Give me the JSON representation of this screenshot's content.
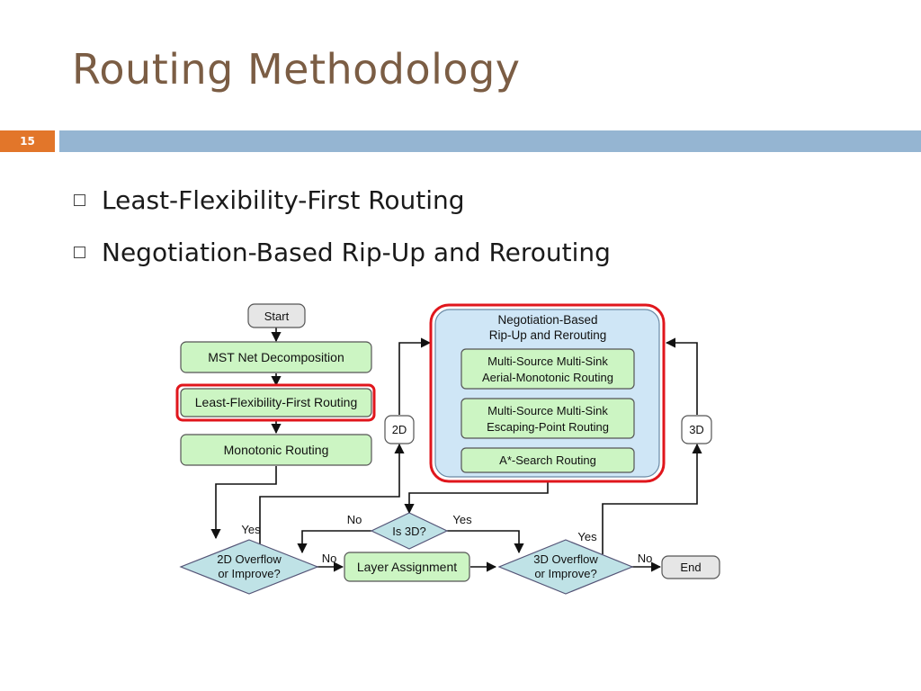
{
  "slide": {
    "title": "Routing Methodology",
    "page_number": "15",
    "bullets": [
      "Least-Flexibility-First Routing",
      "Negotiation-Based Rip-Up and Rerouting"
    ]
  },
  "flowchart": {
    "start": "Start",
    "mst": "MST Net Decomposition",
    "lff": "Least-Flexibility-First Routing",
    "mono": "Monotonic Routing",
    "nego_title_1": "Negotiation-Based",
    "nego_title_2": "Rip-Up and Rerouting",
    "msms1_1": "Multi-Source Multi-Sink",
    "msms1_2": "Aerial-Monotonic Routing",
    "msms2_1": "Multi-Source Multi-Sink",
    "msms2_2": "Escaping-Point Routing",
    "astar": "A*-Search Routing",
    "tag_2d": "2D",
    "tag_3d": "3D",
    "is3d": "Is 3D?",
    "ov2d_1": "2D Overflow",
    "ov2d_2": "or Improve?",
    "layer": "Layer Assignment",
    "ov3d_1": "3D Overflow",
    "ov3d_2": "or Improve?",
    "end": "End",
    "yes": "Yes",
    "no": "No"
  },
  "colors": {
    "title": "#7b5d44",
    "accent_orange": "#e2762a",
    "accent_blue": "#95b5d2",
    "box_green": "#ccf5c3",
    "diamond_blue": "#bfe2e6",
    "panel_blue": "#cfe6f6",
    "highlight_red": "#e0161c"
  }
}
